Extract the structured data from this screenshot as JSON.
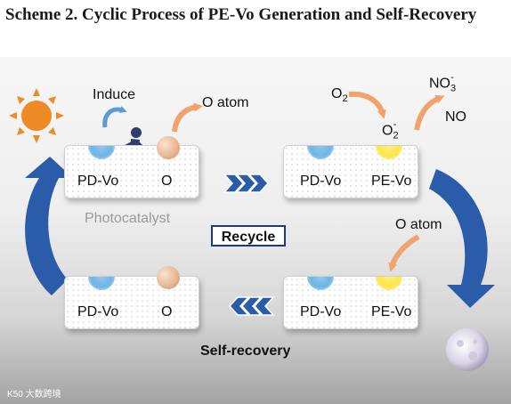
{
  "title": "Scheme 2. Cyclic Process of PE-Vo Generation and Self-Recovery",
  "labels": {
    "induce": "Induce",
    "o_atom": "O atom",
    "o2": "O",
    "o2_sub": "2",
    "o2_minus": "O",
    "o2_minus_sub": "2",
    "o2_minus_sup": "-",
    "no3": "NO",
    "no3_sub": "3",
    "no3_sup": "-",
    "no": "NO",
    "pd_vo": "PD-Vo",
    "pe_vo": "PE-Vo",
    "o": "O",
    "photocatalyst": "Photocatalyst",
    "recycle": "Recycle",
    "self_recovery": "Self-recovery",
    "watermark": "K50 大数跨境"
  },
  "colors": {
    "arrow_blue": "#2b5caa",
    "arrow_orange": "#f0a36b",
    "sun": "#f08a24",
    "defect_blue": "#7fbde9",
    "defect_yellow": "#ffe54a"
  },
  "icons": [
    "sun-icon",
    "worker-icon",
    "moon-icon",
    "curved-arrow-icon",
    "chevron-arrow-icon"
  ]
}
